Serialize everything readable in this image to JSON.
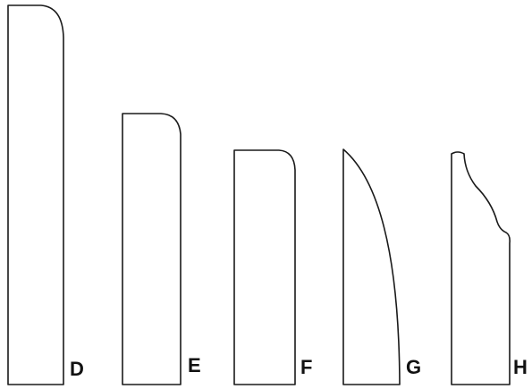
{
  "profiles": [
    {
      "label": "D",
      "shape": "tall rectangle with rounded top-right corner"
    },
    {
      "label": "E",
      "shape": "rectangle with rounded top-right corner"
    },
    {
      "label": "F",
      "shape": "short rectangle with rounded top-right corner"
    },
    {
      "label": "G",
      "shape": "convex curved right edge tapering to a point at top-left"
    },
    {
      "label": "H",
      "shape": "ogee / S-curve right edge with small nub at top"
    }
  ],
  "colors": {
    "line": "#1a1a1a",
    "background": "#ffffff",
    "label": "#111111"
  }
}
